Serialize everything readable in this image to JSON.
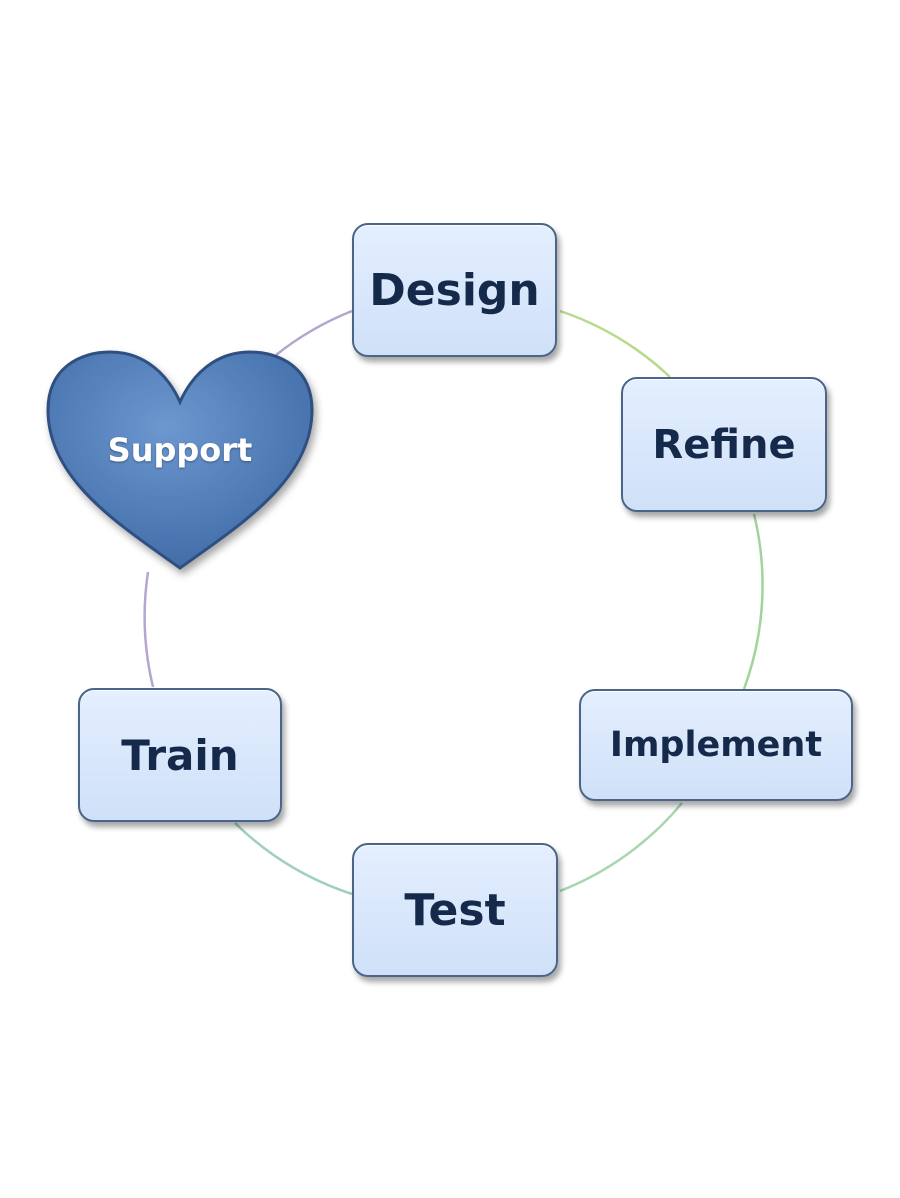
{
  "diagram": {
    "type": "cycle",
    "center_node": {
      "label": "Support",
      "shape": "heart",
      "color": "#4f7fbd"
    },
    "nodes": [
      {
        "id": "design",
        "label": "Design"
      },
      {
        "id": "refine",
        "label": "Refine"
      },
      {
        "id": "implement",
        "label": "Implement"
      },
      {
        "id": "test",
        "label": "Test"
      },
      {
        "id": "train",
        "label": "Train"
      }
    ],
    "colors": {
      "node_fill": "#d6e6fb",
      "node_border": "#4a6587",
      "node_text": "#15294a",
      "arc_warm": "#b9d98a",
      "arc_green": "#9fd49a",
      "arc_teal": "#9fcfbf",
      "arc_purple": "#b4a6cf"
    }
  }
}
